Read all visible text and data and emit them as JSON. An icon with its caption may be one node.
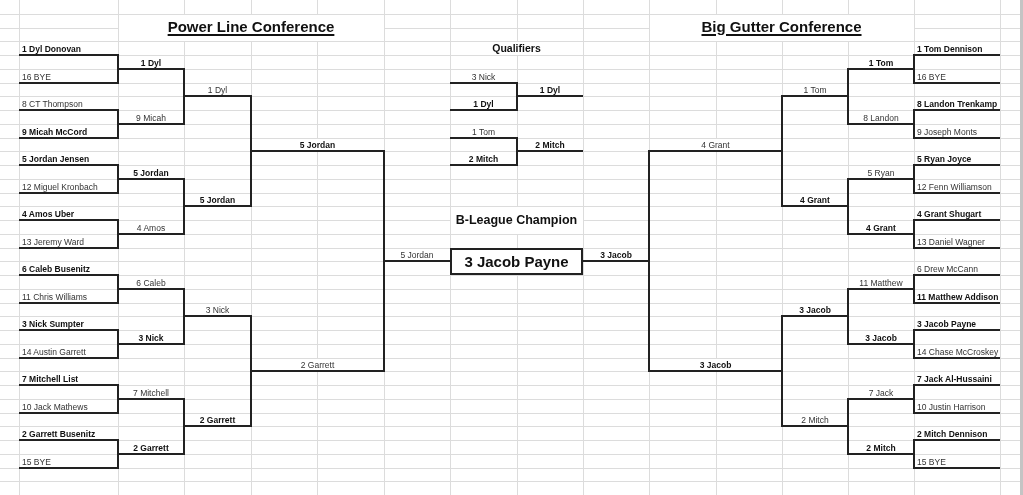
{
  "diagram": {
    "nodes": [
      {
        "text": [
          "1 Dyl Donovan"
        ]
      },
      {
        "text": [
          "16 BYE"
        ]
      },
      {
        "text": [
          "8 CT Thompson"
        ]
      },
      {
        "text": [
          "9 Micah McCord"
        ]
      },
      {
        "text": [
          "5 Jordan Jensen"
        ]
      },
      {
        "text": [
          "12 Miguel Kronbach"
        ]
      },
      {
        "text": [
          "4 Amos Uber"
        ]
      },
      {
        "text": [
          "13 Jeremy Ward"
        ]
      },
      {
        "text": [
          "6 Caleb Busenitz"
        ]
      },
      {
        "text": [
          "11 Chris Williams"
        ]
      },
      {
        "text": [
          "3 Nick Sumpter"
        ]
      },
      {
        "text": [
          "14 Austin Garrett"
        ]
      },
      {
        "text": [
          "7 Mitchell List"
        ]
      },
      {
        "text": [
          "10 Jack Mathews"
        ]
      },
      {
        "text": [
          "2 Garrett Busenitz"
        ]
      },
      {
        "text": [
          "15 BYE"
        ]
      },
      {
        "text": [
          "1 Dyl"
        ]
      },
      {
        "text": [
          "9 Micah"
        ]
      },
      {
        "text": [
          "5 Jordan"
        ]
      },
      {
        "text": [
          "4 Amos"
        ]
      },
      {
        "text": [
          "6 Caleb"
        ]
      },
      {
        "text": [
          "3 Nick"
        ]
      },
      {
        "text": [
          "7 Mitchell"
        ]
      },
      {
        "text": [
          "2 Garrett"
        ]
      },
      {
        "text": [
          "1 Dyl"
        ]
      },
      {
        "text": [
          "5 Jordan"
        ]
      },
      {
        "text": [
          "3 Nick"
        ]
      },
      {
        "text": [
          "2 Garrett"
        ]
      },
      {
        "text": [
          "5 Jordan"
        ]
      },
      {
        "text": [
          "2 Garrett"
        ]
      },
      {
        "text": [
          "5 Jordan"
        ]
      },
      {
        "text": [
          "3 Nick"
        ]
      },
      {
        "text": [
          "1 Dyl"
        ]
      },
      {
        "text": [
          "1 Dyl"
        ]
      },
      {
        "text": [
          "1 Tom"
        ]
      },
      {
        "text": [
          "2 Mitch"
        ]
      },
      {
        "text": [
          "2 Mitch"
        ]
      },
      {
        "text": [
          "3 Jacob Payne"
        ]
      },
      {
        "text": [
          "3 Jacob"
        ]
      },
      {
        "text": [
          "4 Grant"
        ]
      },
      {
        "text": [
          "3 Jacob"
        ]
      },
      {
        "text": [
          "1 Tom"
        ]
      },
      {
        "text": [
          "4 Grant"
        ]
      },
      {
        "text": [
          "3 Jacob"
        ]
      },
      {
        "text": [
          "2 Mitch"
        ]
      },
      {
        "text": [
          "1 Tom"
        ]
      },
      {
        "text": [
          "8 Landon"
        ]
      },
      {
        "text": [
          "5 Ryan"
        ]
      },
      {
        "text": [
          "4 Grant"
        ]
      },
      {
        "text": [
          "11 Matthew"
        ]
      },
      {
        "text": [
          "3 Jacob"
        ]
      },
      {
        "text": [
          "7 Jack"
        ]
      },
      {
        "text": [
          "2 Mitch"
        ]
      },
      {
        "text": [
          "1 Tom Dennison"
        ]
      },
      {
        "text": [
          "16 BYE"
        ]
      },
      {
        "text": [
          "8 Landon Trenkamp"
        ]
      },
      {
        "text": [
          "9 Joseph Monts"
        ]
      },
      {
        "text": [
          "5 Ryan Joyce"
        ]
      },
      {
        "text": [
          "12 Fenn Williamson"
        ]
      },
      {
        "text": [
          "4 Grant Shugart"
        ]
      },
      {
        "text": [
          "13 Daniel Wagner"
        ]
      },
      {
        "text": [
          "6 Drew McCann"
        ]
      },
      {
        "text": [
          "11 Matthew Addison"
        ]
      },
      {
        "text": [
          "3 Jacob Payne"
        ]
      },
      {
        "text": [
          "14 Chase McCroskey"
        ]
      },
      {
        "text": [
          "7 Jack Al-Hussaini"
        ]
      },
      {
        "text": [
          "10 Justin Harrison"
        ]
      },
      {
        "text": [
          "2 Mitch Dennison"
        ]
      },
      {
        "text": [
          "15 BYE"
        ]
      }
    ],
    "edges": [
      {
        "from": 0,
        "to": 16,
        "arrow": "none"
      },
      {
        "from": 1,
        "to": 16,
        "arrow": "none"
      },
      {
        "from": 2,
        "to": 17,
        "arrow": "none"
      },
      {
        "from": 3,
        "to": 17,
        "arrow": "none"
      },
      {
        "from": 4,
        "to": 18,
        "arrow": "none"
      },
      {
        "from": 5,
        "to": 18,
        "arrow": "none"
      },
      {
        "from": 6,
        "to": 19,
        "arrow": "none"
      },
      {
        "from": 7,
        "to": 19,
        "arrow": "none"
      },
      {
        "from": 8,
        "to": 20,
        "arrow": "none"
      },
      {
        "from": 9,
        "to": 20,
        "arrow": "none"
      },
      {
        "from": 10,
        "to": 21,
        "arrow": "none"
      },
      {
        "from": 11,
        "to": 21,
        "arrow": "none"
      },
      {
        "from": 12,
        "to": 22,
        "arrow": "none"
      },
      {
        "from": 13,
        "to": 22,
        "arrow": "none"
      },
      {
        "from": 14,
        "to": 23,
        "arrow": "none"
      },
      {
        "from": 15,
        "to": 23,
        "arrow": "none"
      },
      {
        "from": 16,
        "to": 24,
        "arrow": "none"
      },
      {
        "from": 17,
        "to": 24,
        "arrow": "none"
      },
      {
        "from": 18,
        "to": 25,
        "arrow": "none"
      },
      {
        "from": 19,
        "to": 25,
        "arrow": "none"
      },
      {
        "from": 20,
        "to": 26,
        "arrow": "none"
      },
      {
        "from": 21,
        "to": 26,
        "arrow": "none"
      },
      {
        "from": 22,
        "to": 27,
        "arrow": "none"
      },
      {
        "from": 23,
        "to": 27,
        "arrow": "none"
      },
      {
        "from": 24,
        "to": 28,
        "arrow": "none"
      },
      {
        "from": 25,
        "to": 28,
        "arrow": "none"
      },
      {
        "from": 26,
        "to": 29,
        "arrow": "none"
      },
      {
        "from": 27,
        "to": 29,
        "arrow": "none"
      },
      {
        "from": 28,
        "to": 30,
        "arrow": "none"
      },
      {
        "from": 29,
        "to": 30,
        "arrow": "none"
      },
      {
        "from": 30,
        "to": 37,
        "arrow": "none"
      },
      {
        "from": 31,
        "to": 33,
        "arrow": "none"
      },
      {
        "from": 32,
        "to": 33,
        "arrow": "none"
      },
      {
        "from": 34,
        "to": 36,
        "arrow": "none"
      },
      {
        "from": 35,
        "to": 36,
        "arrow": "none"
      },
      {
        "from": 38,
        "to": 37,
        "arrow": "none"
      },
      {
        "from": 39,
        "to": 38,
        "arrow": "none"
      },
      {
        "from": 40,
        "to": 38,
        "arrow": "none"
      },
      {
        "from": 41,
        "to": 39,
        "arrow": "none"
      },
      {
        "from": 42,
        "to": 39,
        "arrow": "none"
      },
      {
        "from": 43,
        "to": 40,
        "arrow": "none"
      },
      {
        "from": 44,
        "to": 40,
        "arrow": "none"
      },
      {
        "from": 45,
        "to": 41,
        "arrow": "none"
      },
      {
        "from": 46,
        "to": 41,
        "arrow": "none"
      },
      {
        "from": 47,
        "to": 42,
        "arrow": "none"
      },
      {
        "from": 48,
        "to": 42,
        "arrow": "none"
      },
      {
        "from": 49,
        "to": 43,
        "arrow": "none"
      },
      {
        "from": 50,
        "to": 43,
        "arrow": "none"
      },
      {
        "from": 51,
        "to": 44,
        "arrow": "none"
      },
      {
        "from": 52,
        "to": 44,
        "arrow": "none"
      },
      {
        "from": 53,
        "to": 45,
        "arrow": "none"
      },
      {
        "from": 54,
        "to": 45,
        "arrow": "none"
      },
      {
        "from": 55,
        "to": 46,
        "arrow": "none"
      },
      {
        "from": 56,
        "to": 46,
        "arrow": "none"
      },
      {
        "from": 57,
        "to": 47,
        "arrow": "none"
      },
      {
        "from": 58,
        "to": 47,
        "arrow": "none"
      },
      {
        "from": 59,
        "to": 48,
        "arrow": "none"
      },
      {
        "from": 60,
        "to": 48,
        "arrow": "none"
      },
      {
        "from": 61,
        "to": 49,
        "arrow": "none"
      },
      {
        "from": 62,
        "to": 49,
        "arrow": "none"
      },
      {
        "from": 63,
        "to": 50,
        "arrow": "none"
      },
      {
        "from": 64,
        "to": 50,
        "arrow": "none"
      },
      {
        "from": 65,
        "to": 51,
        "arrow": "none"
      },
      {
        "from": 66,
        "to": 51,
        "arrow": "none"
      },
      {
        "from": 67,
        "to": 52,
        "arrow": "none"
      },
      {
        "from": 68,
        "to": 52,
        "arrow": "none"
      }
    ],
    "labels": [
      "Power Line Conference",
      "Big Gutter Conference",
      "Qualifiers",
      "B-League Champion"
    ]
  }
}
